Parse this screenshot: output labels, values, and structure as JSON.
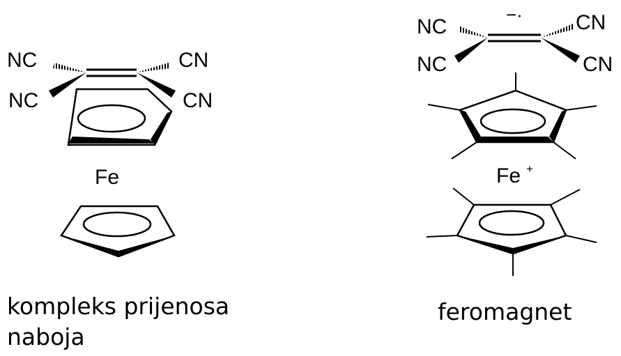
{
  "left_structure": {
    "cn_top_left": "NC",
    "cn_top_right": "CN",
    "cn_bottom_left": "NC",
    "cn_bottom_right": "CN",
    "metal": "Fe"
  },
  "right_structure": {
    "cn_top_left": "NC",
    "cn_top_right": "CN",
    "cn_bottom_left": "NC",
    "cn_bottom_right": "CN",
    "radical_anion": "−·",
    "metal": "Fe",
    "metal_charge": "+"
  },
  "captions": {
    "left": "kompleks prijenosa naboja",
    "right": "feromagnet"
  }
}
